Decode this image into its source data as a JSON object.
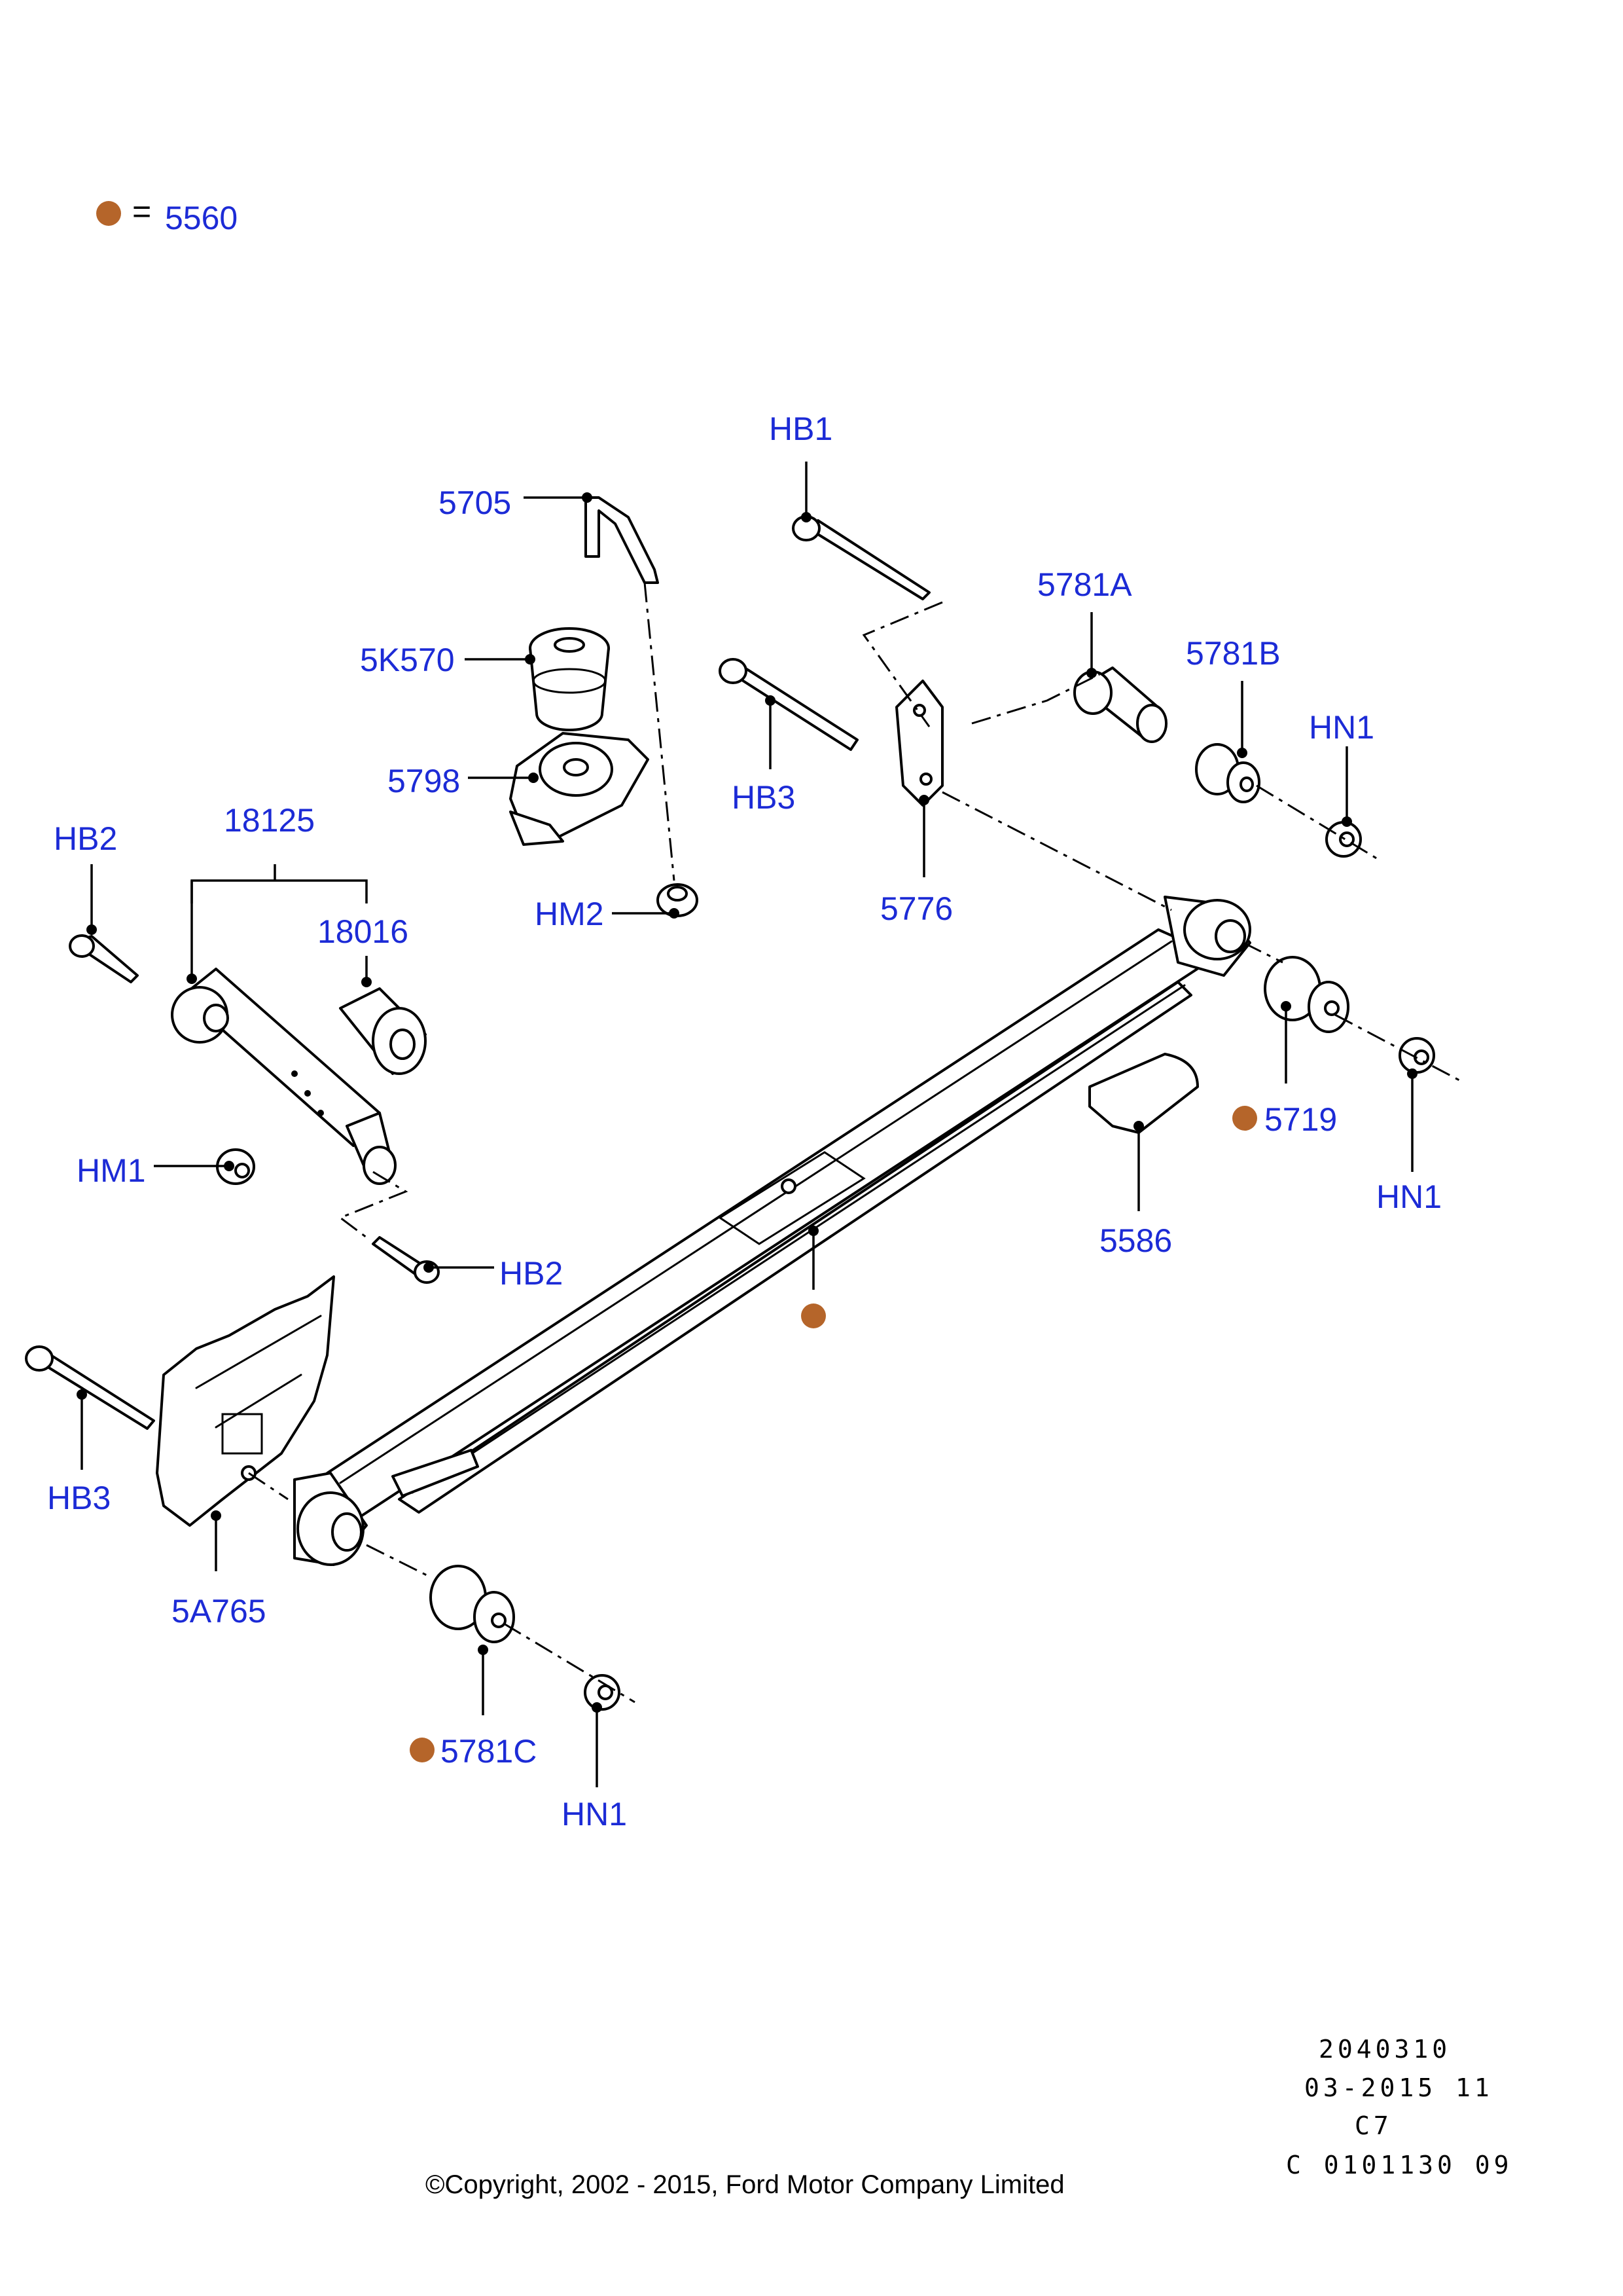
{
  "legend": {
    "symbol_color": "#b5652a",
    "equals": "=",
    "part_number": "5560"
  },
  "label_color": "#1c2bd6",
  "labels": {
    "hb1": "HB1",
    "p5705": "5705",
    "p5781a": "5781A",
    "p5781b": "5781B",
    "p5k570": "5K570",
    "hn1_upper": "HN1",
    "p5798": "5798",
    "hb3_upper": "HB3",
    "p18125": "18125",
    "hb2_upper": "HB2",
    "p18016": "18016",
    "hm2": "HM2",
    "p5776": "5776",
    "p5719": "5719",
    "hn1_right": "HN1",
    "hm1": "HM1",
    "p5586": "5586",
    "hb2_lower": "HB2",
    "hb3_lower": "HB3",
    "p5a765": "5A765",
    "p5781c": "5781C",
    "hn1_lower": "HN1"
  },
  "drawing_info": {
    "line1": "2040310",
    "line2": "03-2015 11",
    "line3": "C7",
    "line4": "C 0101130 09"
  },
  "copyright": "©Copyright, 2002 - 2015, Ford Motor Company Limited"
}
